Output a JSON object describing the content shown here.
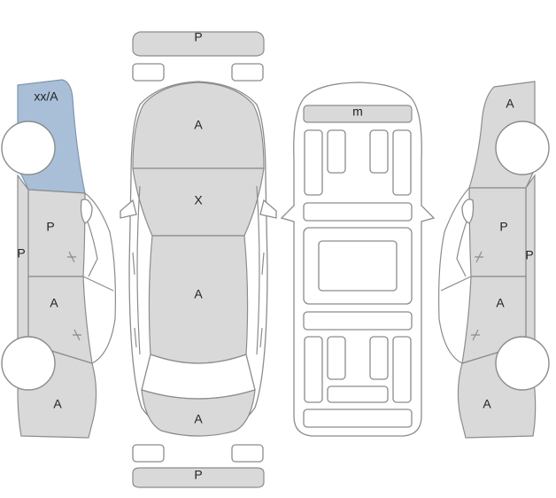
{
  "labels": {
    "front_bumper": "P",
    "rear_bumper": "P",
    "hood": "A",
    "windshield": "X",
    "roof": "A",
    "trunk": "A",
    "left_front_fender": "xx/A",
    "left_front_door": "P",
    "left_rear_door": "A",
    "left_quarter": "A",
    "left_sill": "P",
    "right_front_fender": "A",
    "right_front_door": "P",
    "right_rear_door": "A",
    "right_quarter": "A",
    "right_sill": "P",
    "floor_front": "m"
  },
  "colors": {
    "panel": "#d9d9d9",
    "highlight": "#a9bfd8",
    "stroke": "#8c8c8c"
  }
}
